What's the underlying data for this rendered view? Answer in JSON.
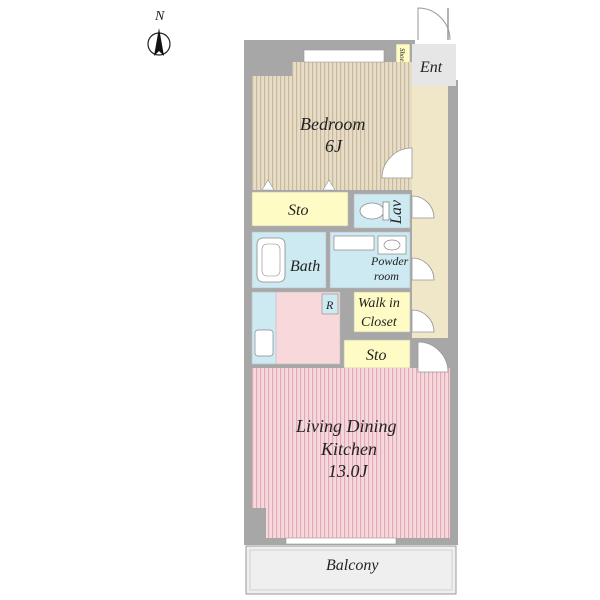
{
  "compass": {
    "label": "N"
  },
  "rooms": {
    "entrance": "Ent",
    "shoes_box": "Shoes Box",
    "bedroom": "Bedroom",
    "bedroom_size": "6J",
    "storage_1": "Sto",
    "lavatory": "Lav",
    "bath": "Bath",
    "powder_room_1": "Powder",
    "powder_room_2": "room",
    "refrigerator": "R",
    "walk_in_closet_1": "Walk in",
    "walk_in_closet_2": "Closet",
    "storage_2": "Sto",
    "ldk_1": "Living Dining",
    "ldk_2": "Kitchen",
    "ldk_size": "13.0J",
    "balcony": "Balcony"
  },
  "colors": {
    "wall": "#a7a7a7",
    "bedroom_floor": "#e7dcc8",
    "bedroom_stripe": "#c9b99a",
    "ldk_floor": "#f6d9de",
    "ldk_stripe": "#e3a9b4",
    "storage": "#fffbc4",
    "wet_area": "#cde9f2",
    "corridor": "#f0e6c8",
    "kitchen": "#f9d8dc",
    "balcony": "#efefef"
  }
}
